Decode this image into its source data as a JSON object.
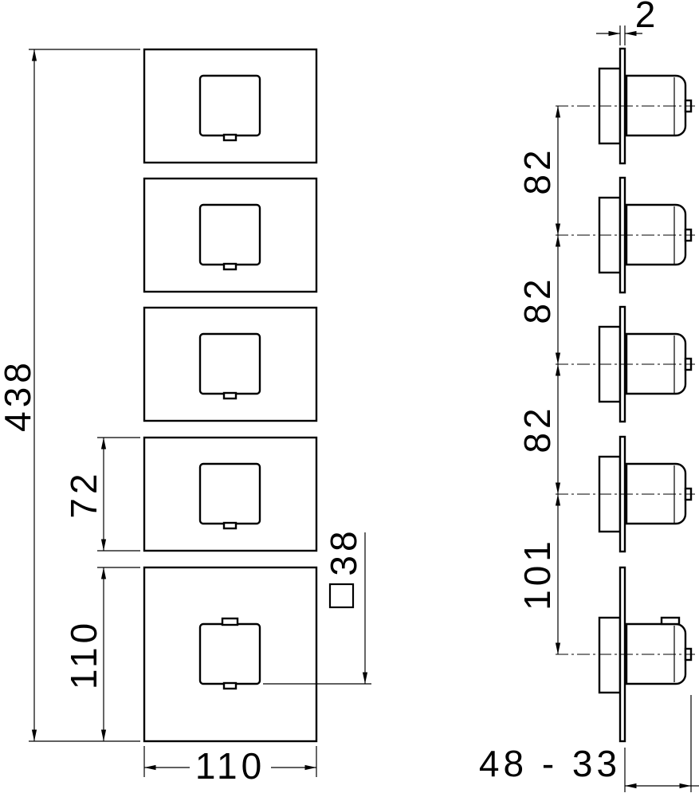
{
  "drawing": {
    "front_view": {
      "total_height": "438",
      "small_plate_height": "72",
      "mixer_plate_height": "110",
      "plate_width": "110",
      "knob_size": "38"
    },
    "side_view": {
      "plate_thickness": "2",
      "spacings": [
        "82",
        "82",
        "82"
      ],
      "large_spacing": "101",
      "depth_range": "48 - 33"
    }
  }
}
